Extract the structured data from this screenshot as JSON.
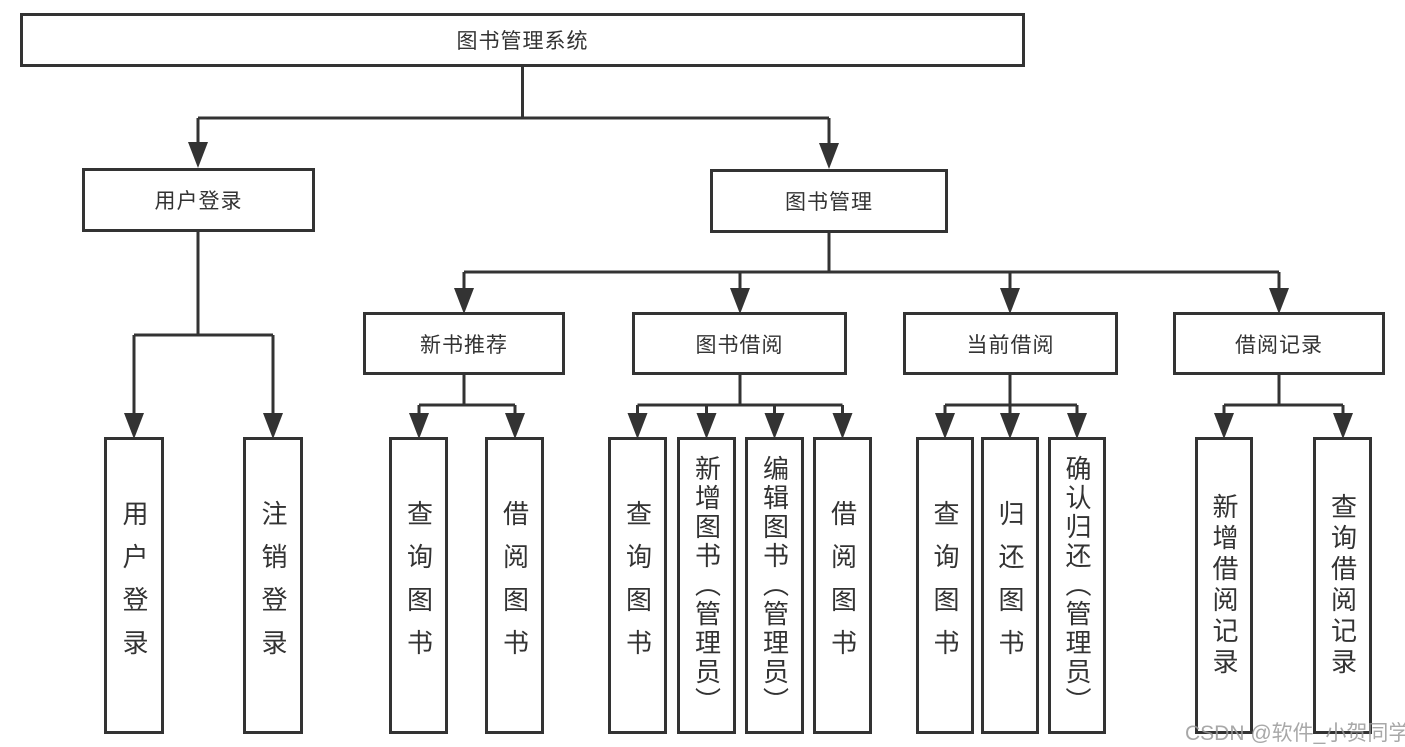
{
  "diagram_title": "图书管理系统",
  "tree": {
    "label": "图书管理系统",
    "children": [
      {
        "label": "用户登录",
        "children": [
          {
            "label": "用户登录"
          },
          {
            "label": "注销登录"
          }
        ]
      },
      {
        "label": "图书管理",
        "children": [
          {
            "label": "新书推荐",
            "children": [
              {
                "label": "查询图书"
              },
              {
                "label": "借阅图书"
              }
            ]
          },
          {
            "label": "图书借阅",
            "children": [
              {
                "label": "查询图书"
              },
              {
                "label": "新增图书（管理员）"
              },
              {
                "label": "编辑图书（管理员）"
              },
              {
                "label": "借阅图书"
              }
            ]
          },
          {
            "label": "当前借阅",
            "children": [
              {
                "label": "查询图书"
              },
              {
                "label": "归还图书"
              },
              {
                "label": "确认归还（管理员）"
              }
            ]
          },
          {
            "label": "借阅记录",
            "children": [
              {
                "label": "新增借阅记录"
              },
              {
                "label": "查询借阅记录"
              }
            ]
          }
        ]
      }
    ]
  },
  "watermark": "CSDN @软件_小贺同学",
  "colors": {
    "line": "#333333",
    "text": "#333333",
    "background": "#ffffff",
    "watermark": "#999999"
  }
}
